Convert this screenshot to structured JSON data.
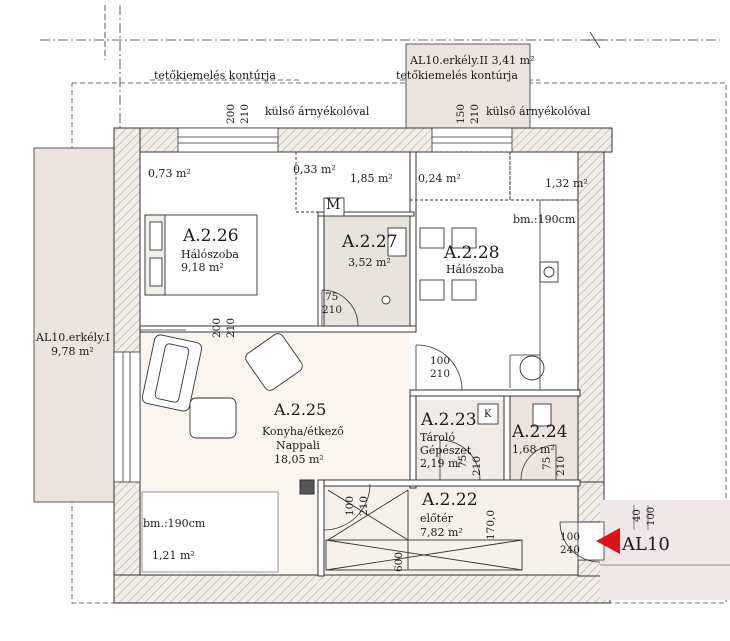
{
  "balconies": {
    "top": {
      "name": "AL10.erkély.II",
      "area": "3,41 m²"
    },
    "left": {
      "name": "AL10.erkély.I",
      "area": "9,78 m²"
    }
  },
  "contour": {
    "roof_label_left": "tetőkiemelés kontúrja",
    "roof_label_right": "tetőkiemelés kontúrja",
    "shade_label_left": "külső árnyékolóval",
    "shade_label_right": "külső árnyékolóval"
  },
  "window_dims": {
    "w1_a": "200",
    "w1_b": "210",
    "w2_a": "150",
    "w2_b": "210"
  },
  "rooms": {
    "r226": {
      "id": "A.2.26",
      "name": "Hálószoba",
      "area": "9,18 m²"
    },
    "r227": {
      "id": "A.2.27",
      "area": "3,52 m²",
      "door_a": "75",
      "door_b": "210",
      "mark": "M"
    },
    "r228": {
      "id": "A.2.28",
      "name": "Hálószoba"
    },
    "r225": {
      "id": "A.2.25",
      "name1": "Konyha/étkező",
      "name2": "Nappali",
      "area": "18,05 m²"
    },
    "r223": {
      "id": "A.2.23",
      "name1": "Tároló",
      "name2": "Gépészet",
      "area": "2,19 m²",
      "door_a": "75",
      "door_b": "210",
      "mark": "K"
    },
    "r224": {
      "id": "A.2.24",
      "area": "1,68 m²",
      "door_a": "75",
      "door_b": "210"
    },
    "r222": {
      "id": "A.2.22",
      "name": "előtér",
      "area": "7,82 m²",
      "door_a": "100",
      "door_b": "210",
      "dim_v1": "170,0",
      "dim_v2": "600"
    }
  },
  "small_areas": {
    "a1": "0,73 m²",
    "a2": "0,33 m²",
    "a3": "1,85 m²",
    "a4": "0,24 m²",
    "a5": "1,32 m²",
    "a6": "1,21 m²"
  },
  "clearance": {
    "c1": "bm.:190cm",
    "c2": "bm.:190cm"
  },
  "inner_doors": {
    "d1_a": "200",
    "d1_b": "210",
    "d2_a": "100",
    "d2_b": "210",
    "d3_a": "100",
    "d3_b": "240"
  },
  "edge_dims": {
    "e1": "40",
    "e2": "100"
  },
  "entrance": {
    "label": "AL10"
  }
}
